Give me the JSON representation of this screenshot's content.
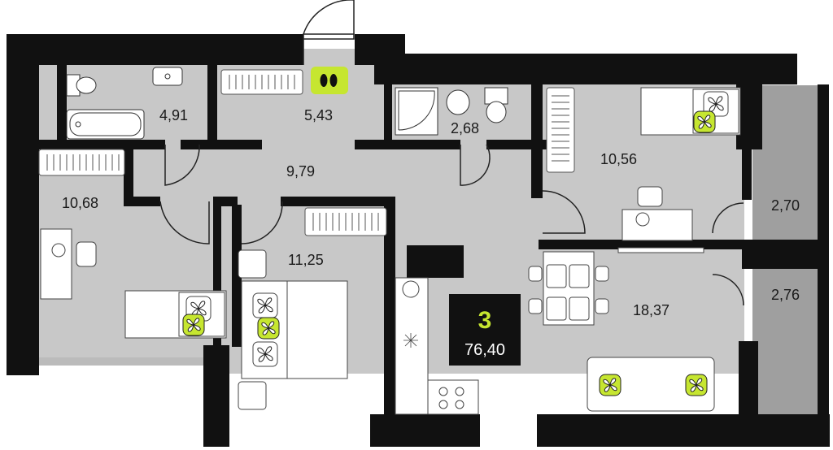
{
  "colors": {
    "wall": "#111111",
    "floor": "#c8c8c8",
    "balcony": "#9f9f9f",
    "accent": "#c6e630",
    "furniture": "#ffffff",
    "badge_bg": "#111111"
  },
  "apartment": {
    "rooms_count": "3",
    "total_area": "76,40"
  },
  "rooms": [
    {
      "id": "bathroom",
      "label": "4,91"
    },
    {
      "id": "wardrobe",
      "label": "5,43"
    },
    {
      "id": "wc",
      "label": "2,68"
    },
    {
      "id": "hallway",
      "label": "9,79"
    },
    {
      "id": "bedroom-left",
      "label": "10,68"
    },
    {
      "id": "bedroom-top-right",
      "label": "10,56"
    },
    {
      "id": "bedroom-center",
      "label": "11,25"
    },
    {
      "id": "living-kitchen",
      "label": "18,37"
    },
    {
      "id": "balcony-upper",
      "label": "2,70"
    },
    {
      "id": "balcony-lower",
      "label": "2,76"
    }
  ],
  "icons": {
    "slippers": "slippers-icon",
    "fan": "fan-icon",
    "radiator": "radiator-icon"
  }
}
